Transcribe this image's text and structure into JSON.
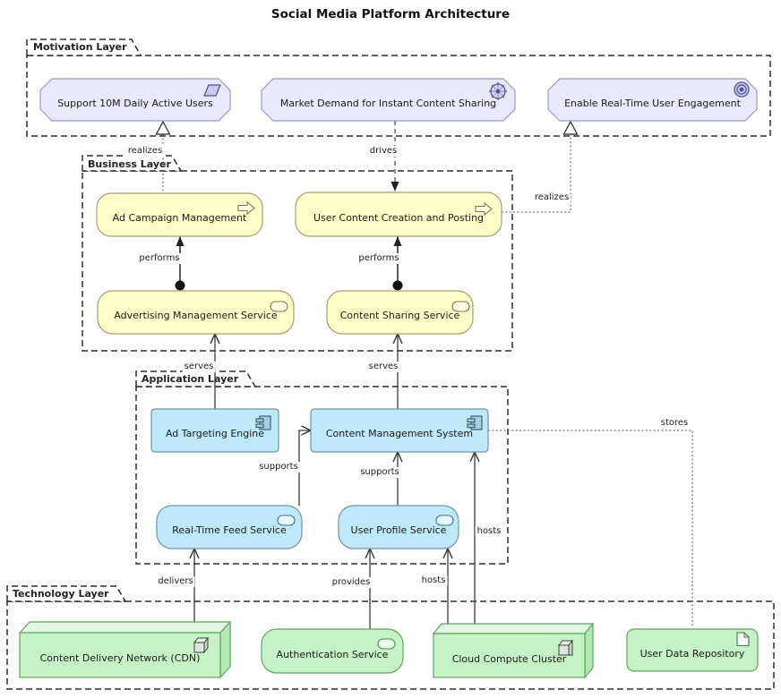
{
  "title": "Social Media Platform Architecture",
  "layers": {
    "motivation": {
      "label": "Motivation Layer"
    },
    "business": {
      "label": "Business Layer"
    },
    "application": {
      "label": "Application Layer"
    },
    "technology": {
      "label": "Technology Layer"
    }
  },
  "nodes": {
    "support_users": {
      "label": "Support 10M Daily Active Users",
      "type": "requirement",
      "icon": "requirement-icon"
    },
    "market_demand": {
      "label": "Market Demand for Instant Content Sharing",
      "type": "driver",
      "icon": "driver-icon"
    },
    "enable_engagement": {
      "label": "Enable Real-Time User Engagement",
      "type": "goal",
      "icon": "goal-icon"
    },
    "ad_campaign": {
      "label": "Ad Campaign Management",
      "type": "business-process",
      "icon": "process-icon"
    },
    "user_content": {
      "label": "User Content Creation and Posting",
      "type": "business-process",
      "icon": "process-icon"
    },
    "adv_mgmt_service": {
      "label": "Advertising Management Service",
      "type": "business-service",
      "icon": "service-icon"
    },
    "content_sharing_service": {
      "label": "Content Sharing Service",
      "type": "business-service",
      "icon": "service-icon"
    },
    "ad_targeting": {
      "label": "Ad Targeting Engine",
      "type": "application-component",
      "icon": "component-icon"
    },
    "cms": {
      "label": "Content Management System",
      "type": "application-component",
      "icon": "component-icon"
    },
    "rt_feed_service": {
      "label": "Real-Time Feed Service",
      "type": "application-service",
      "icon": "service-icon"
    },
    "user_profile_service": {
      "label": "User Profile Service",
      "type": "application-service",
      "icon": "service-icon"
    },
    "cdn": {
      "label": "Content Delivery Network (CDN)",
      "type": "technology-node",
      "icon": "node-icon"
    },
    "auth_service": {
      "label": "Authentication Service",
      "type": "technology-service",
      "icon": "service-icon"
    },
    "cloud_cluster": {
      "label": "Cloud Compute Cluster",
      "type": "technology-node",
      "icon": "node-icon"
    },
    "user_data_repo": {
      "label": "User Data Repository",
      "type": "artifact",
      "icon": "artifact-icon"
    }
  },
  "relationships": {
    "realizes_a": {
      "label": "realizes",
      "from": "ad_campaign",
      "to": "support_users",
      "type": "realization"
    },
    "drives": {
      "label": "drives",
      "from": "market_demand",
      "to": "user_content",
      "type": "influence"
    },
    "realizes_b": {
      "label": "realizes",
      "from": "user_content",
      "to": "enable_engagement",
      "type": "realization"
    },
    "performs_a": {
      "label": "performs",
      "from": "adv_mgmt_service",
      "to": "ad_campaign",
      "type": "assignment"
    },
    "performs_b": {
      "label": "performs",
      "from": "content_sharing_service",
      "to": "user_content",
      "type": "assignment"
    },
    "serves_a": {
      "label": "serves",
      "from": "ad_targeting",
      "to": "adv_mgmt_service",
      "type": "serving"
    },
    "serves_b": {
      "label": "serves",
      "from": "cms",
      "to": "content_sharing_service",
      "type": "serving"
    },
    "supports_a": {
      "label": "supports",
      "from": "rt_feed_service",
      "to": "cms",
      "type": "serving"
    },
    "supports_b": {
      "label": "supports",
      "from": "user_profile_service",
      "to": "cms",
      "type": "serving"
    },
    "stores": {
      "label": "stores",
      "from": "cms",
      "to": "user_data_repo",
      "type": "access"
    },
    "hosts_cms": {
      "label": "hosts",
      "from": "cloud_cluster",
      "to": "cms",
      "type": "serving"
    },
    "delivers": {
      "label": "delivers",
      "from": "cdn",
      "to": "rt_feed_service",
      "type": "serving"
    },
    "provides": {
      "label": "provides",
      "from": "auth_service",
      "to": "user_profile_service",
      "type": "serving"
    },
    "hosts_ups": {
      "label": "hosts",
      "from": "cloud_cluster",
      "to": "user_profile_service",
      "type": "serving"
    }
  },
  "colors": {
    "motivation_fill": "#E9E9FB",
    "motivation_stroke": "#9898C4",
    "business_fill": "#FFFFC9",
    "business_stroke": "#A0A070",
    "application_fill": "#BEE9FA",
    "application_stroke": "#7295A8",
    "technology_fill": "#C6F3C6",
    "technology_stroke": "#5FA35F",
    "technology_top": "#DFF8DF",
    "technology_side": "#B2E8B2",
    "line": "#3A3A3A",
    "group_border": "#2E2E2E"
  }
}
